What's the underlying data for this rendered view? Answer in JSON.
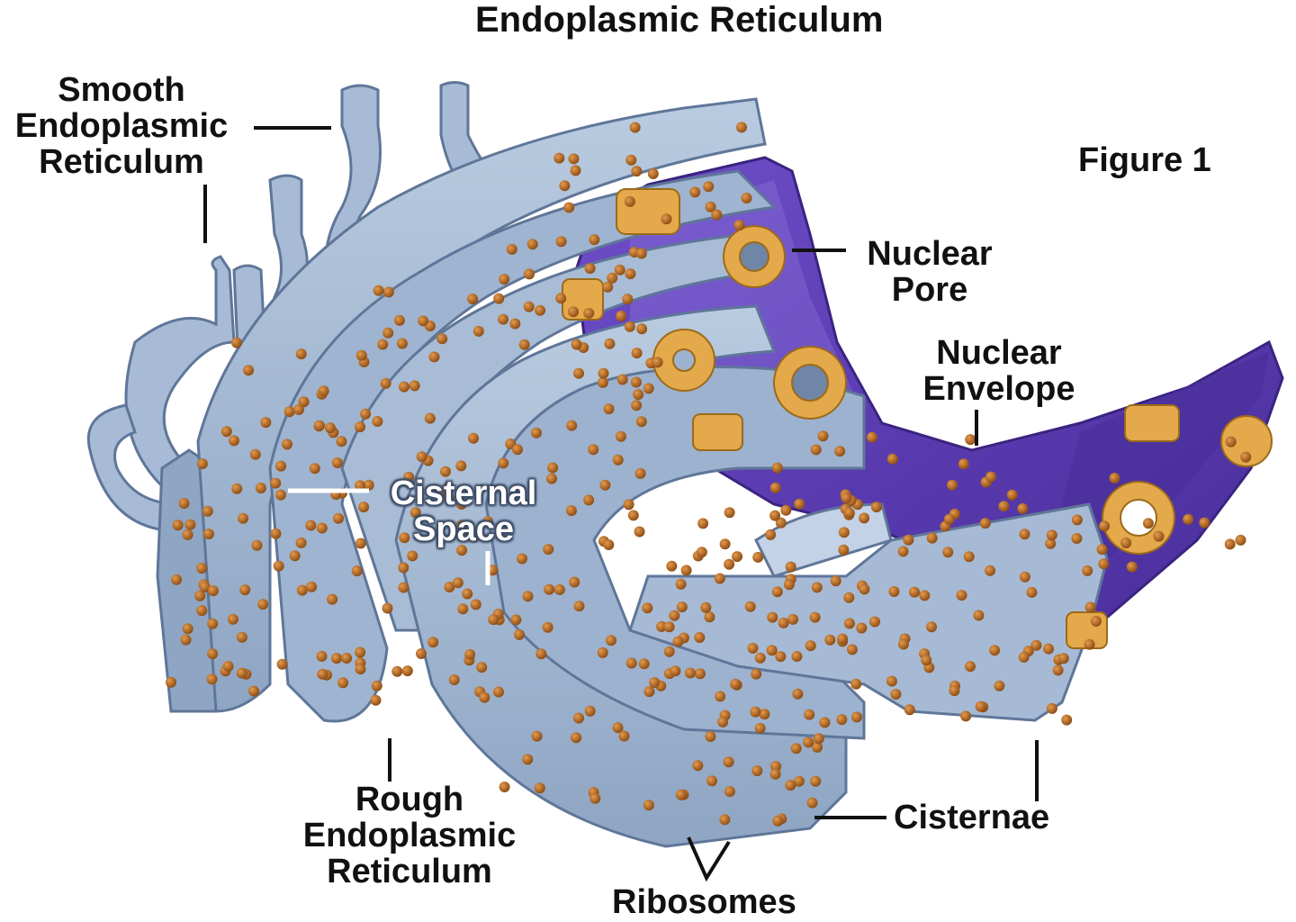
{
  "title": "Endoplasmic Reticulum",
  "figure_label": "Figure 1",
  "labels": {
    "smooth_er": [
      "Smooth",
      "Endoplasmic",
      "Reticulum"
    ],
    "nuclear_pore": [
      "Nuclear",
      "Pore"
    ],
    "nuclear_envelope": [
      "Nuclear",
      "Envelope"
    ],
    "cisternal_space": [
      "Cisternal",
      "Space"
    ],
    "rough_er": [
      "Rough",
      "Endoplasmic",
      "Reticulum"
    ],
    "cisternae": "Cisternae",
    "ribosomes": "Ribosomes"
  },
  "colors": {
    "er_membrane": "#9db3cf",
    "er_shadow": "#6f86a6",
    "er_highlight": "#c7d6e8",
    "nucleus": "#5a3bb0",
    "nucleus_light": "#7e5fd0",
    "ribosome": "#b5651d",
    "pore_complex": "#e3a94a",
    "label_text": "#111111"
  }
}
